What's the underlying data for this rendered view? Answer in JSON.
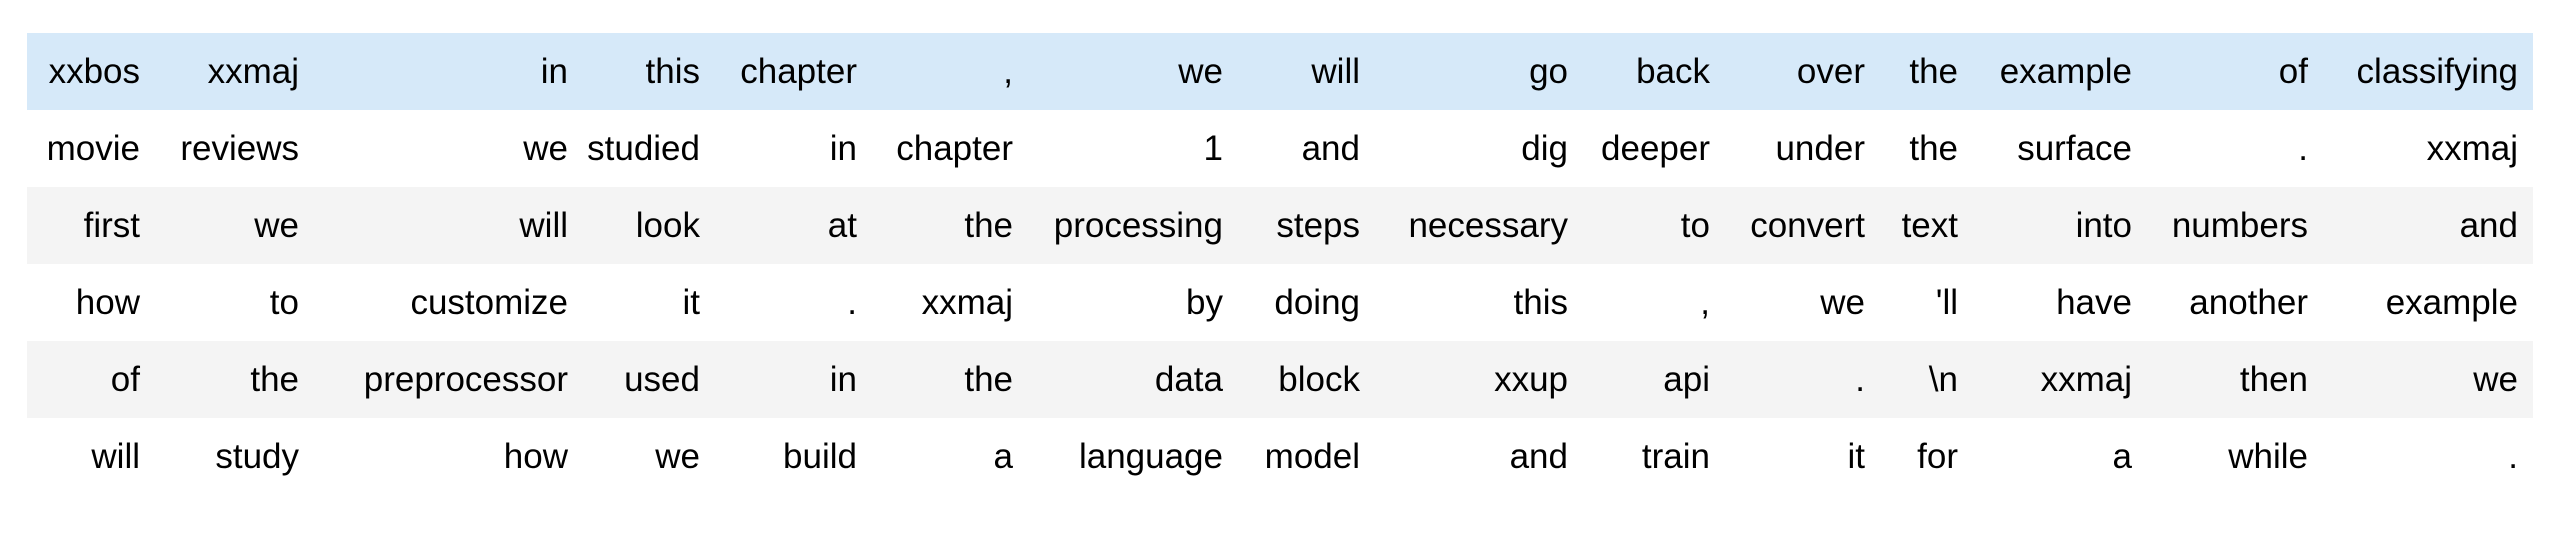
{
  "table": {
    "description_rows": 6,
    "description_cols": 15,
    "rows": [
      {
        "variant": "highlight",
        "tokens": [
          "xxbos",
          "xxmaj",
          "in",
          "this",
          "chapter",
          ",",
          "we",
          "will",
          "go",
          "back",
          "over",
          "the",
          "example",
          "of",
          "classifying"
        ]
      },
      {
        "variant": "plain",
        "tokens": [
          "movie",
          "reviews",
          "we",
          "studied",
          "in",
          "chapter",
          "1",
          "and",
          "dig",
          "deeper",
          "under",
          "the",
          "surface",
          ".",
          "xxmaj"
        ]
      },
      {
        "variant": "stripe",
        "tokens": [
          "first",
          "we",
          "will",
          "look",
          "at",
          "the",
          "processing",
          "steps",
          "necessary",
          "to",
          "convert",
          "text",
          "into",
          "numbers",
          "and"
        ]
      },
      {
        "variant": "plain",
        "tokens": [
          "how",
          "to",
          "customize",
          "it",
          ".",
          "xxmaj",
          "by",
          "doing",
          "this",
          ",",
          "we",
          "'ll",
          "have",
          "another",
          "example"
        ]
      },
      {
        "variant": "stripe",
        "tokens": [
          "of",
          "the",
          "preprocessor",
          "used",
          "in",
          "the",
          "data",
          "block",
          "xxup",
          "api",
          ".",
          "\\n",
          "xxmaj",
          "then",
          "we"
        ]
      },
      {
        "variant": "plain",
        "tokens": [
          "will",
          "study",
          "how",
          "we",
          "build",
          "a",
          "language",
          "model",
          "and",
          "train",
          "it",
          "for",
          "a",
          "while",
          "."
        ]
      }
    ]
  },
  "colors": {
    "highlight_row": "#d6e9f9",
    "stripe_row": "#f4f4f4",
    "plain_row": "#ffffff",
    "text": "#000000",
    "page_background": "#ffffff"
  }
}
